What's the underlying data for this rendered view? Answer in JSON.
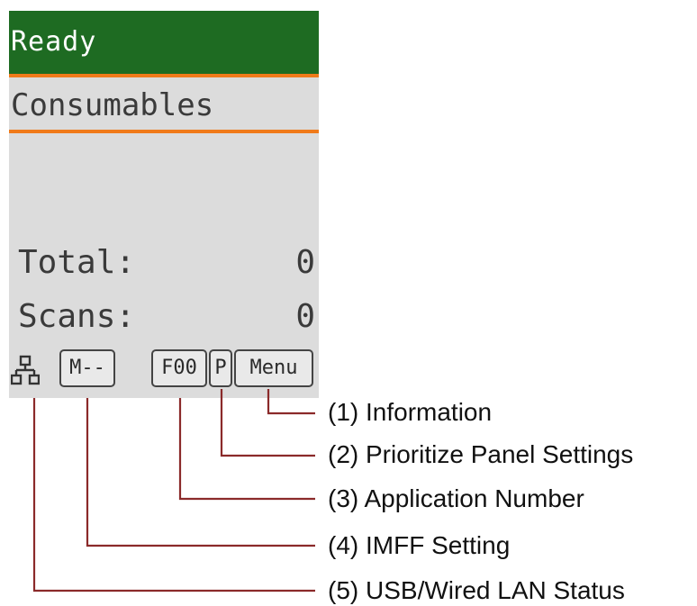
{
  "panel": {
    "status": "Ready",
    "title": "Consumables",
    "counters": [
      {
        "label": "Total:",
        "value": "0"
      },
      {
        "label": "Scans:",
        "value": "0"
      }
    ],
    "icons": {
      "imff": "M--",
      "app_number": "F00",
      "prioritize": "P",
      "menu": "Menu"
    }
  },
  "callouts": [
    {
      "label": "(1) Information"
    },
    {
      "label": "(2) Prioritize Panel Settings"
    },
    {
      "label": "(3) Application Number"
    },
    {
      "label": "(4) IMFF Setting"
    },
    {
      "label": "(5) USB/Wired LAN Status"
    }
  ],
  "colors": {
    "status_bg": "#1e6b22",
    "separator": "#f07a1a",
    "panel_bg": "#dcdcdc",
    "leader_line": "#8b2a2a"
  }
}
